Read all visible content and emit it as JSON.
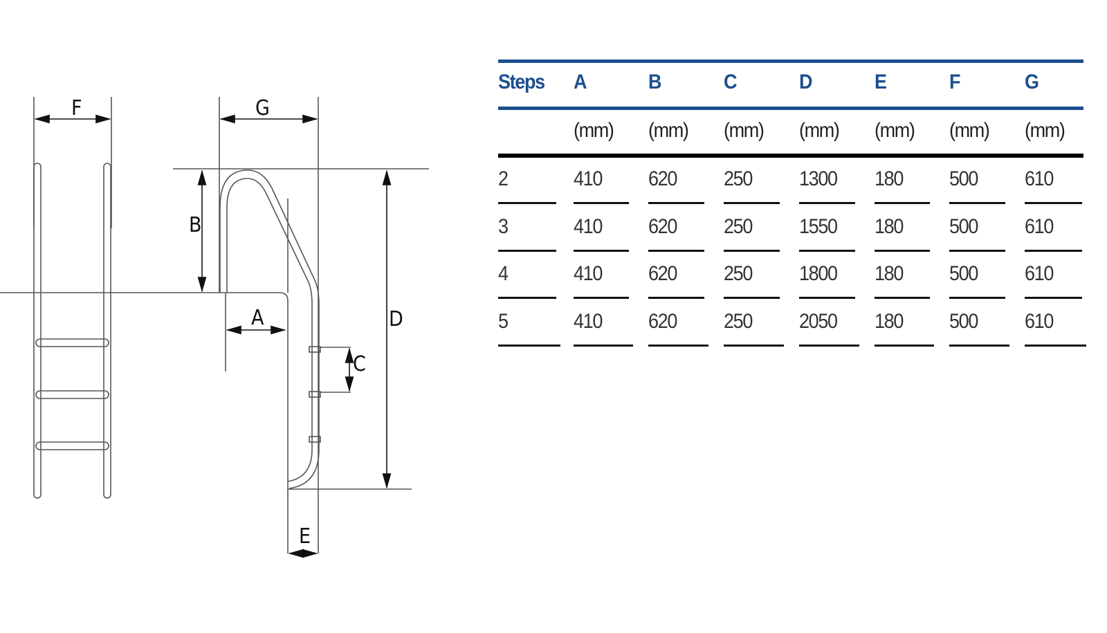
{
  "diagram": {
    "labels": {
      "F": "F",
      "G": "G",
      "B": "B",
      "A": "A",
      "C": "C",
      "D": "D",
      "E": "E"
    }
  },
  "table": {
    "headers": [
      "Steps",
      "A",
      "B",
      "C",
      "D",
      "E",
      "F",
      "G"
    ],
    "units": [
      "",
      "(mm)",
      "(mm)",
      "(mm)",
      "(mm)",
      "(mm)",
      "(mm)",
      "(mm)"
    ],
    "rows": [
      [
        "2",
        "410",
        "620",
        "250",
        "1300",
        "180",
        "500",
        "610"
      ],
      [
        "3",
        "410",
        "620",
        "250",
        "1550",
        "180",
        "500",
        "610"
      ],
      [
        "4",
        "410",
        "620",
        "250",
        "1800",
        "180",
        "500",
        "610"
      ],
      [
        "5",
        "410",
        "620",
        "250",
        "2050",
        "180",
        "500",
        "610"
      ]
    ]
  },
  "colors": {
    "header": "#1c4f8f",
    "line": "#444444"
  }
}
